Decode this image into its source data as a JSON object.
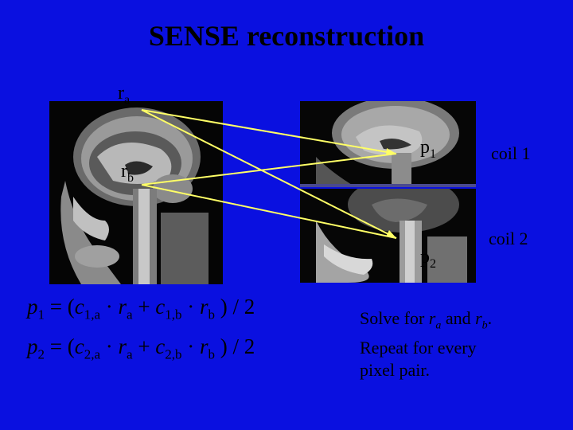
{
  "title": "SENSE reconstruction",
  "labels": {
    "ra": {
      "base": "r",
      "sub": "a"
    },
    "rb": {
      "base": "r",
      "sub": "b"
    },
    "p1": {
      "base": "p",
      "sub": "1"
    },
    "p2": {
      "base": "p",
      "sub": "2"
    }
  },
  "coils": [
    "coil 1",
    "coil 2"
  ],
  "equations": [
    {
      "lhs": "p",
      "lhs_sub": "1",
      "c1": "c",
      "c1_sub": "1,a",
      "ra": "r",
      "ra_sub": "a",
      "c2": "c",
      "c2_sub": "1,b",
      "rb": "r",
      "rb_sub": "b",
      "div": "2"
    },
    {
      "lhs": "p",
      "lhs_sub": "2",
      "c1": "c",
      "c1_sub": "2,a",
      "ra": "r",
      "ra_sub": "a",
      "c2": "c",
      "c2_sub": "2,b",
      "rb": "r",
      "rb_sub": "b",
      "div": "2"
    }
  ],
  "solve": {
    "line1_pre": "Solve for ",
    "ra_base": "r",
    "ra_sub": "a",
    "and": " and ",
    "rb_base": "r",
    "rb_sub": "b",
    "period": ".",
    "line2": "Repeat for every",
    "line3": "pixel pair."
  },
  "colors": {
    "background": "#0a10e0",
    "arrow": "#ffff66",
    "text": "#000000"
  }
}
